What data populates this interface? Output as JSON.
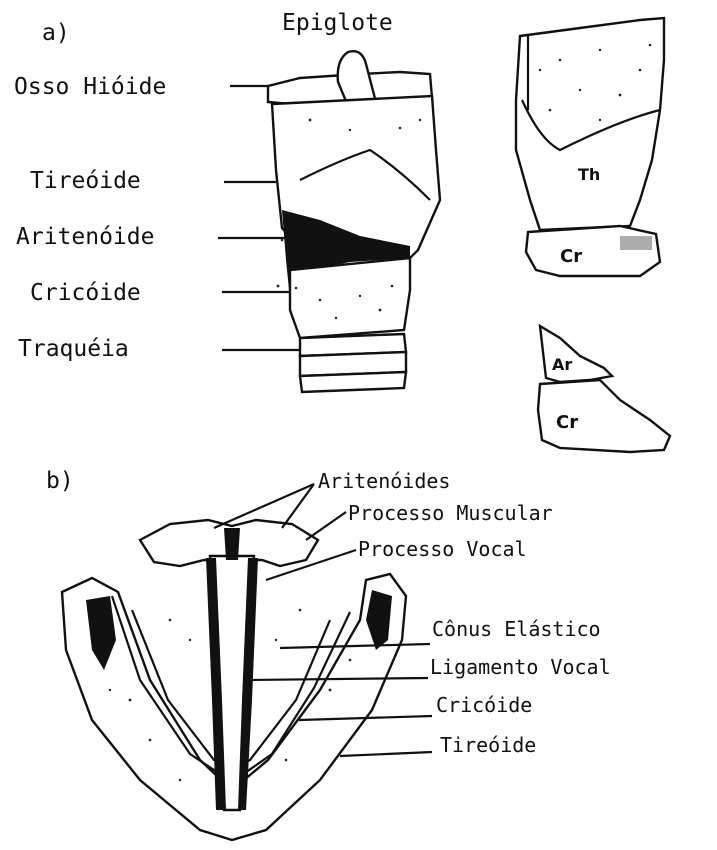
{
  "panel_a": {
    "letter": "a)",
    "labels": {
      "epiglote": "Epiglote",
      "osso_hioide": "Osso Hióide",
      "tireoide": "Tireóide",
      "aritenoide": "Aritenóide",
      "cricoide": "Cricóide",
      "traqueia": "Traquéia"
    },
    "side_view_labels": {
      "th": "Th",
      "cr_upper": "Cr",
      "ar": "Ar",
      "cr_lower": "Cr"
    }
  },
  "panel_b": {
    "letter": "b)",
    "labels": {
      "aritenoides": "Aritenóides",
      "processo_muscular": "Processo Muscular",
      "processo_vocal": "Processo Vocal",
      "conus_elastico": "Cônus Elástico",
      "ligamento_vocal": "Ligamento Vocal",
      "cricoide": "Cricóide",
      "tireoide": "Tireóide"
    }
  }
}
